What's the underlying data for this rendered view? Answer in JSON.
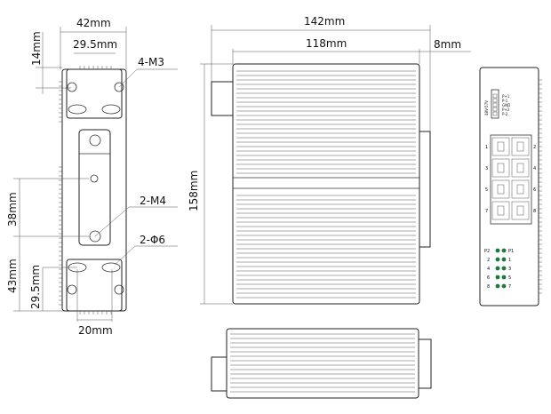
{
  "left_view": {
    "width_label": "42mm",
    "hole_spacing_top": "29.5mm",
    "top_offset": "14mm",
    "screw_label": "4-M3",
    "rail_label": "2-M4",
    "slot_label": "2-Φ6",
    "rail_spacing": "38mm",
    "bottom_offset": "43mm",
    "hole_spacing_bottom": "29.5mm",
    "bottom_width": "20mm"
  },
  "side_view": {
    "overall_length": "142mm",
    "body_length": "118mm",
    "rail_depth": "8mm",
    "height": "158mm"
  },
  "front_panel": {
    "power_label": "48V-57V",
    "terminal_pins": [
      "P+1",
      "P-1",
      "GND",
      "P+2",
      "P-2"
    ],
    "port_numbers": [
      "1",
      "2",
      "3",
      "4",
      "5",
      "6",
      "7",
      "8"
    ],
    "led_rows": [
      [
        "P2",
        "P1"
      ],
      [
        "2",
        "1"
      ],
      [
        "4",
        "3"
      ],
      [
        "6",
        "5"
      ],
      [
        "8",
        "7"
      ]
    ],
    "led_color": "#1f7a3a"
  }
}
